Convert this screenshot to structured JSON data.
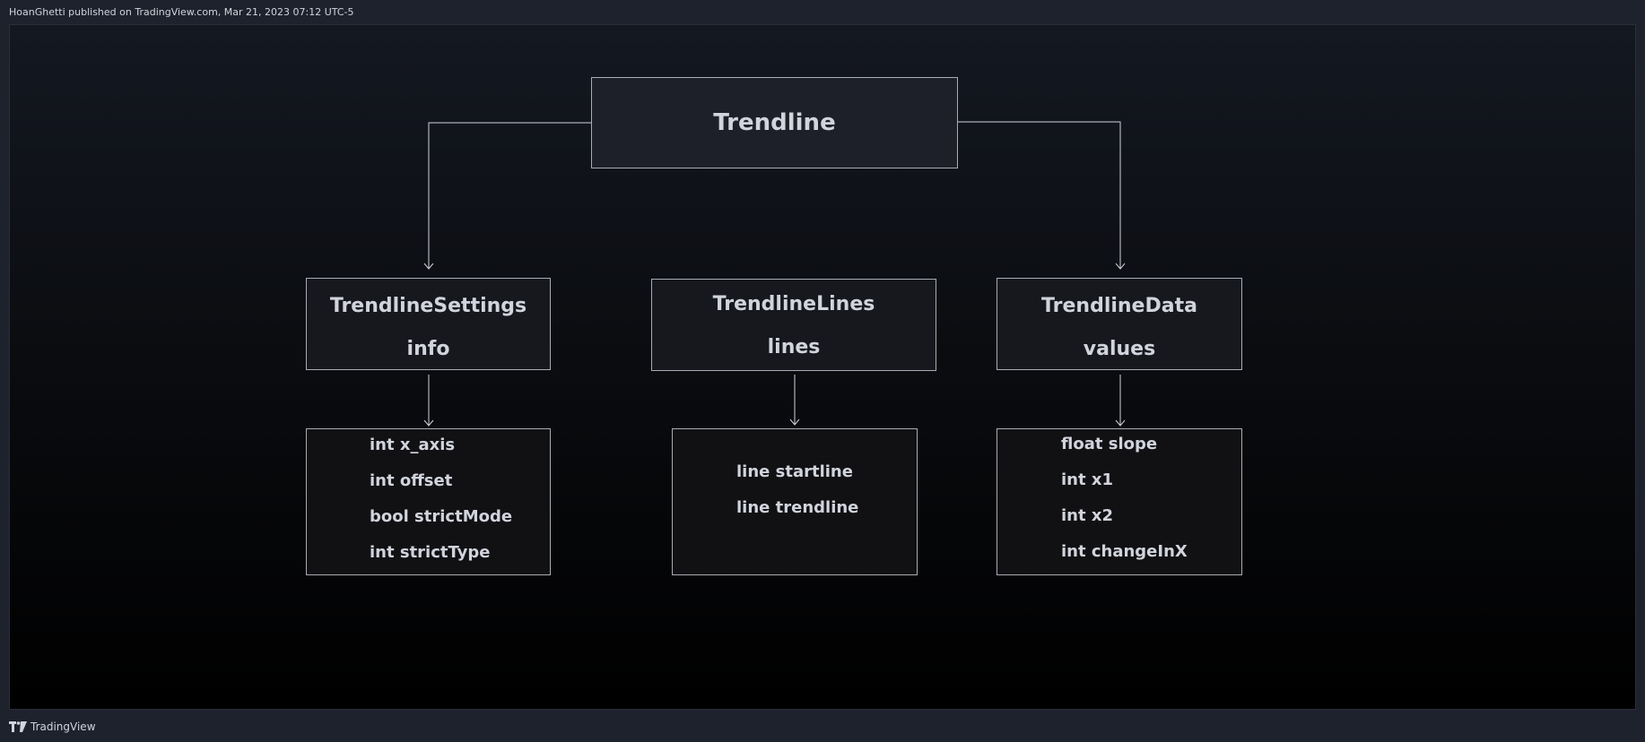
{
  "header": {
    "publish_line": "HoanGhetti published on TradingView.com, Mar 21, 2023 07:12 UTC-5"
  },
  "diagram": {
    "root": {
      "label": "Trendline"
    },
    "children": [
      {
        "title": "TrendlineSettings",
        "subtitle": "info",
        "fields": [
          "int x_axis",
          "int offset",
          "bool strictMode",
          "int strictType"
        ]
      },
      {
        "title": "TrendlineLines",
        "subtitle": "lines",
        "fields": [
          "line startline",
          "line trendline"
        ]
      },
      {
        "title": "TrendlineData",
        "subtitle": "values",
        "fields": [
          "float slope",
          "int x1",
          "int x2",
          "int changeInX"
        ]
      }
    ]
  },
  "footer": {
    "brand": "TradingView",
    "logo_icon": "tradingview-logo-icon"
  },
  "colors": {
    "background": "#1e222d",
    "box_border": "#a9acb3",
    "text": "#d1d4dc",
    "connector": "#d1d4dc"
  }
}
